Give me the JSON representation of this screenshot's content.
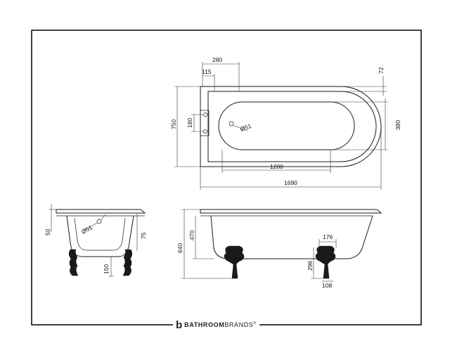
{
  "plan_view": {
    "dims": {
      "top_offset": "280",
      "tap_offset": "115",
      "rim_width": "72",
      "overall_width": "750",
      "tap_spacing": "180",
      "waste_diameter": "Ø51",
      "end_width": "380",
      "base_length": "1200",
      "overall_length": "1690"
    }
  },
  "end_view": {
    "dims": {
      "rim_depth": "50",
      "waste_diameter": "Ø51",
      "depth": "75",
      "foot_height": "150"
    }
  },
  "side_view": {
    "dims": {
      "overall_height": "640",
      "bath_depth": "470",
      "foot_width": "176",
      "foot_height": "296",
      "foot_base": "108"
    }
  },
  "footer": {
    "brand_bold": "BATHROOM",
    "brand_light": "BRANDS",
    "registered": "®",
    "logo_letter": "b"
  }
}
